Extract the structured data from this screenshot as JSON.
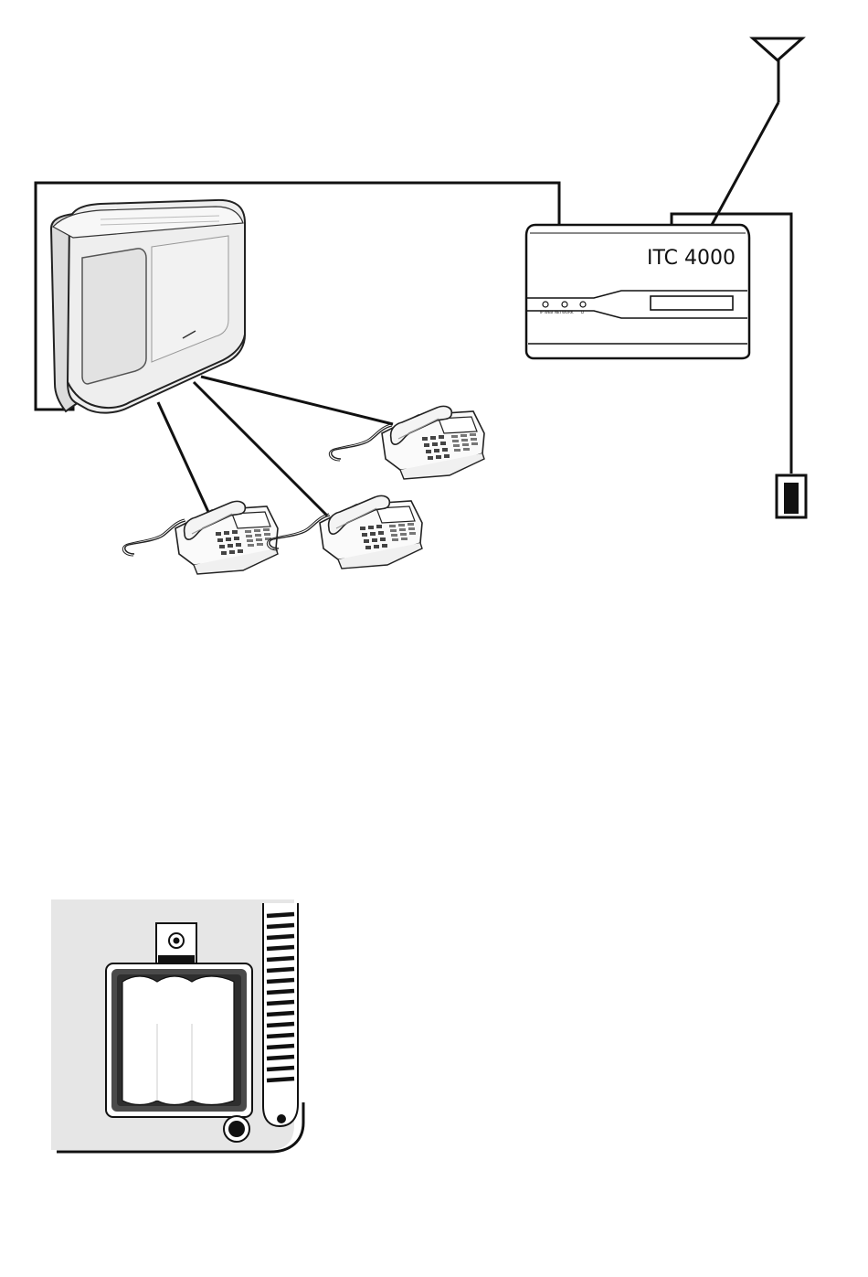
{
  "diagram": {
    "device": {
      "name": "ITC 4000",
      "led_labels": [
        "IP WEB",
        "NETWORK",
        "D"
      ]
    },
    "phones": [
      {
        "name": "phone-1"
      },
      {
        "name": "phone-2"
      },
      {
        "name": "phone-3"
      }
    ],
    "colors": {
      "line": "#111111",
      "pbx_fill": "#eeeeee",
      "panel_fill": "#e6e6e6",
      "device_fill": "#ffffff"
    }
  }
}
